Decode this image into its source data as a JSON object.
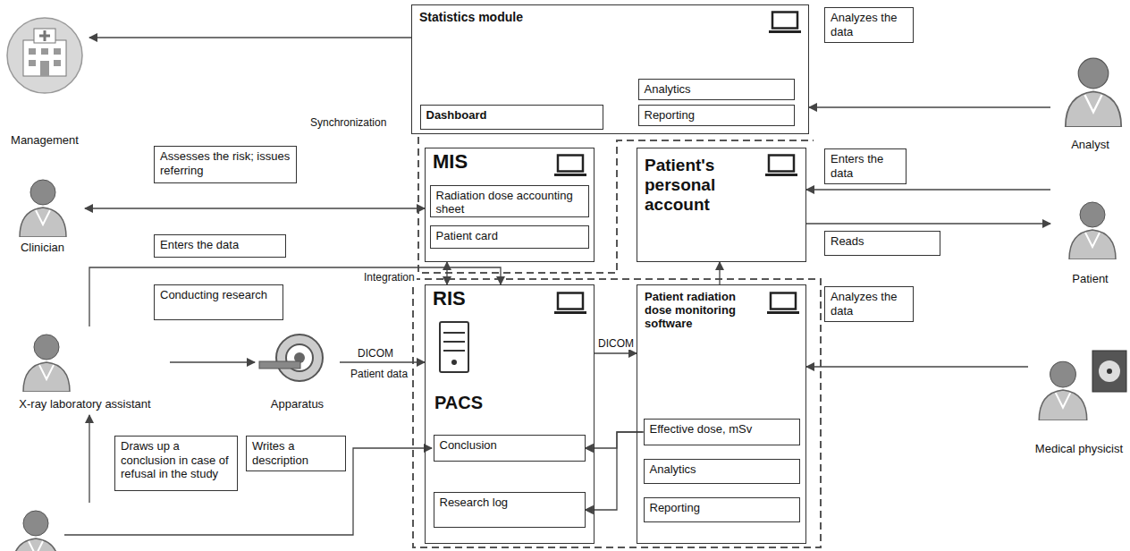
{
  "diagram": {
    "nodes": [
      {
        "text": [
          "Statistics module"
        ]
      },
      {
        "text": [
          "Dashboard"
        ],
        "in": 0
      },
      {
        "text": [
          "Analytics"
        ],
        "in": 0
      },
      {
        "text": [
          "Reporting"
        ],
        "in": 0
      },
      {
        "text": [
          "MIS"
        ]
      },
      {
        "text": [
          "Radiation dose accounting sheet"
        ],
        "in": 4
      },
      {
        "text": [
          "Patient card"
        ],
        "in": 4
      },
      {
        "text": [
          "Patient's personal account"
        ]
      },
      {
        "text": [
          "RIS",
          "PACS"
        ]
      },
      {
        "text": [
          "Conclusion"
        ],
        "in": 8
      },
      {
        "text": [
          "Research log"
        ],
        "in": 8
      },
      {
        "text": [
          "Patient radiation dose monitoring software"
        ]
      },
      {
        "text": [
          "Effective dose, mSv"
        ],
        "in": 11
      },
      {
        "text": [
          "Analytics"
        ],
        "in": 11
      },
      {
        "text": [
          "Reporting"
        ],
        "in": 11
      },
      {
        "text": [
          "Management"
        ]
      },
      {
        "text": [
          "Analyst"
        ]
      },
      {
        "text": [
          "Analyzes the data"
        ]
      },
      {
        "text": [
          "Assesses the risk; issues referring"
        ]
      },
      {
        "text": [
          "Clinician"
        ]
      },
      {
        "text": [
          "Enters the data"
        ]
      },
      {
        "text": [
          "Enters the data"
        ]
      },
      {
        "text": [
          "Reads"
        ]
      },
      {
        "text": [
          "Patient"
        ]
      },
      {
        "text": [
          "Conducting research"
        ]
      },
      {
        "text": [
          "X-ray laboratory assistant"
        ]
      },
      {
        "text": [
          "Apparatus"
        ]
      },
      {
        "text": [
          "Analyzes the data"
        ]
      },
      {
        "text": [
          "Medical physicist"
        ]
      },
      {
        "text": [
          "Draws up a conclusion in case of refusal in the study"
        ]
      },
      {
        "text": [
          "Writes a description"
        ]
      }
    ],
    "edges": [
      {
        "from": 0,
        "to": 15,
        "arrow": "to"
      },
      {
        "from": 16,
        "to": 0,
        "arrow": "to"
      },
      {
        "from": 19,
        "to": 4,
        "arrow": "both"
      },
      {
        "from": 25,
        "to": 8,
        "arrow": "to"
      },
      {
        "from": 25,
        "to": 26,
        "arrow": "to"
      },
      {
        "from": 26,
        "to": 8,
        "label": "DICOM",
        "arrow": "to"
      },
      {
        "from": 4,
        "to": 8,
        "label": "Integration",
        "arrow": "both"
      },
      {
        "from": 8,
        "to": 11,
        "label": "DICOM",
        "arrow": "to"
      },
      {
        "from": 28,
        "to": 11,
        "arrow": "to"
      },
      {
        "from": 23,
        "to": 7,
        "arrow": "to"
      },
      {
        "from": 7,
        "to": 23,
        "arrow": "to"
      },
      {
        "from": 12,
        "to": 9,
        "arrow": "to"
      },
      {
        "from": 12,
        "to": 10,
        "arrow": "to"
      },
      {
        "from": 11,
        "to": 7,
        "arrow": "to"
      }
    ],
    "labels": [
      "Synchronization",
      "Patient data"
    ]
  }
}
